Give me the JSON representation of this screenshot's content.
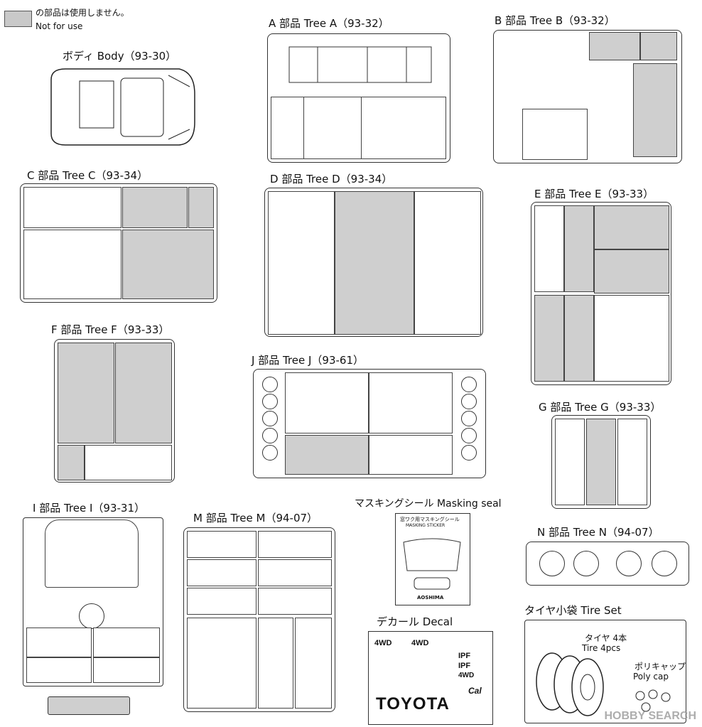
{
  "legend": {
    "line1": "の部品は使用しません。",
    "line2": "Not for use"
  },
  "trees": {
    "body": "ボディ Body（93-30）",
    "a": "A 部品 Tree A（93-32）",
    "b": "B 部品 Tree B（93-32）",
    "c": "C 部品 Tree C（93-34）",
    "d": "D 部品 Tree D（93-34）",
    "e": "E 部品 Tree E（93-33）",
    "f": "F 部品 Tree F（93-33）",
    "j": "J 部品 Tree J（93-61）",
    "g": "G 部品 Tree G（93-33）",
    "i": "I 部品 Tree I（93-31）",
    "m": "M 部品 Tree M（94-07）",
    "mask": "マスキングシール Masking seal",
    "n": "N 部品 Tree N（94-07）",
    "decal": "デカール Decal",
    "tire": "タイヤ小袋 Tire Set"
  },
  "masking": {
    "title": "窓ワク用マスキングシール",
    "subtitle": "MASKING STICKER",
    "brand": "AOSHIMA"
  },
  "decal": {
    "brand": "TOYOTA",
    "badge1": "4WD",
    "badge2": "4WD",
    "badge3": "IPF",
    "badge4": "IPF",
    "badge5": "4WD",
    "cal": "Cal"
  },
  "tire_set": {
    "tires_jp": "タイヤ 4本",
    "tires_en": "Tire 4pcs",
    "cap_jp": "ポリキャップ",
    "cap_en": "Poly cap"
  },
  "watermark": "HOBBY SEARCH",
  "icons": [
    "parts-runner-icon",
    "tire-icon",
    "poly-cap-icon"
  ]
}
